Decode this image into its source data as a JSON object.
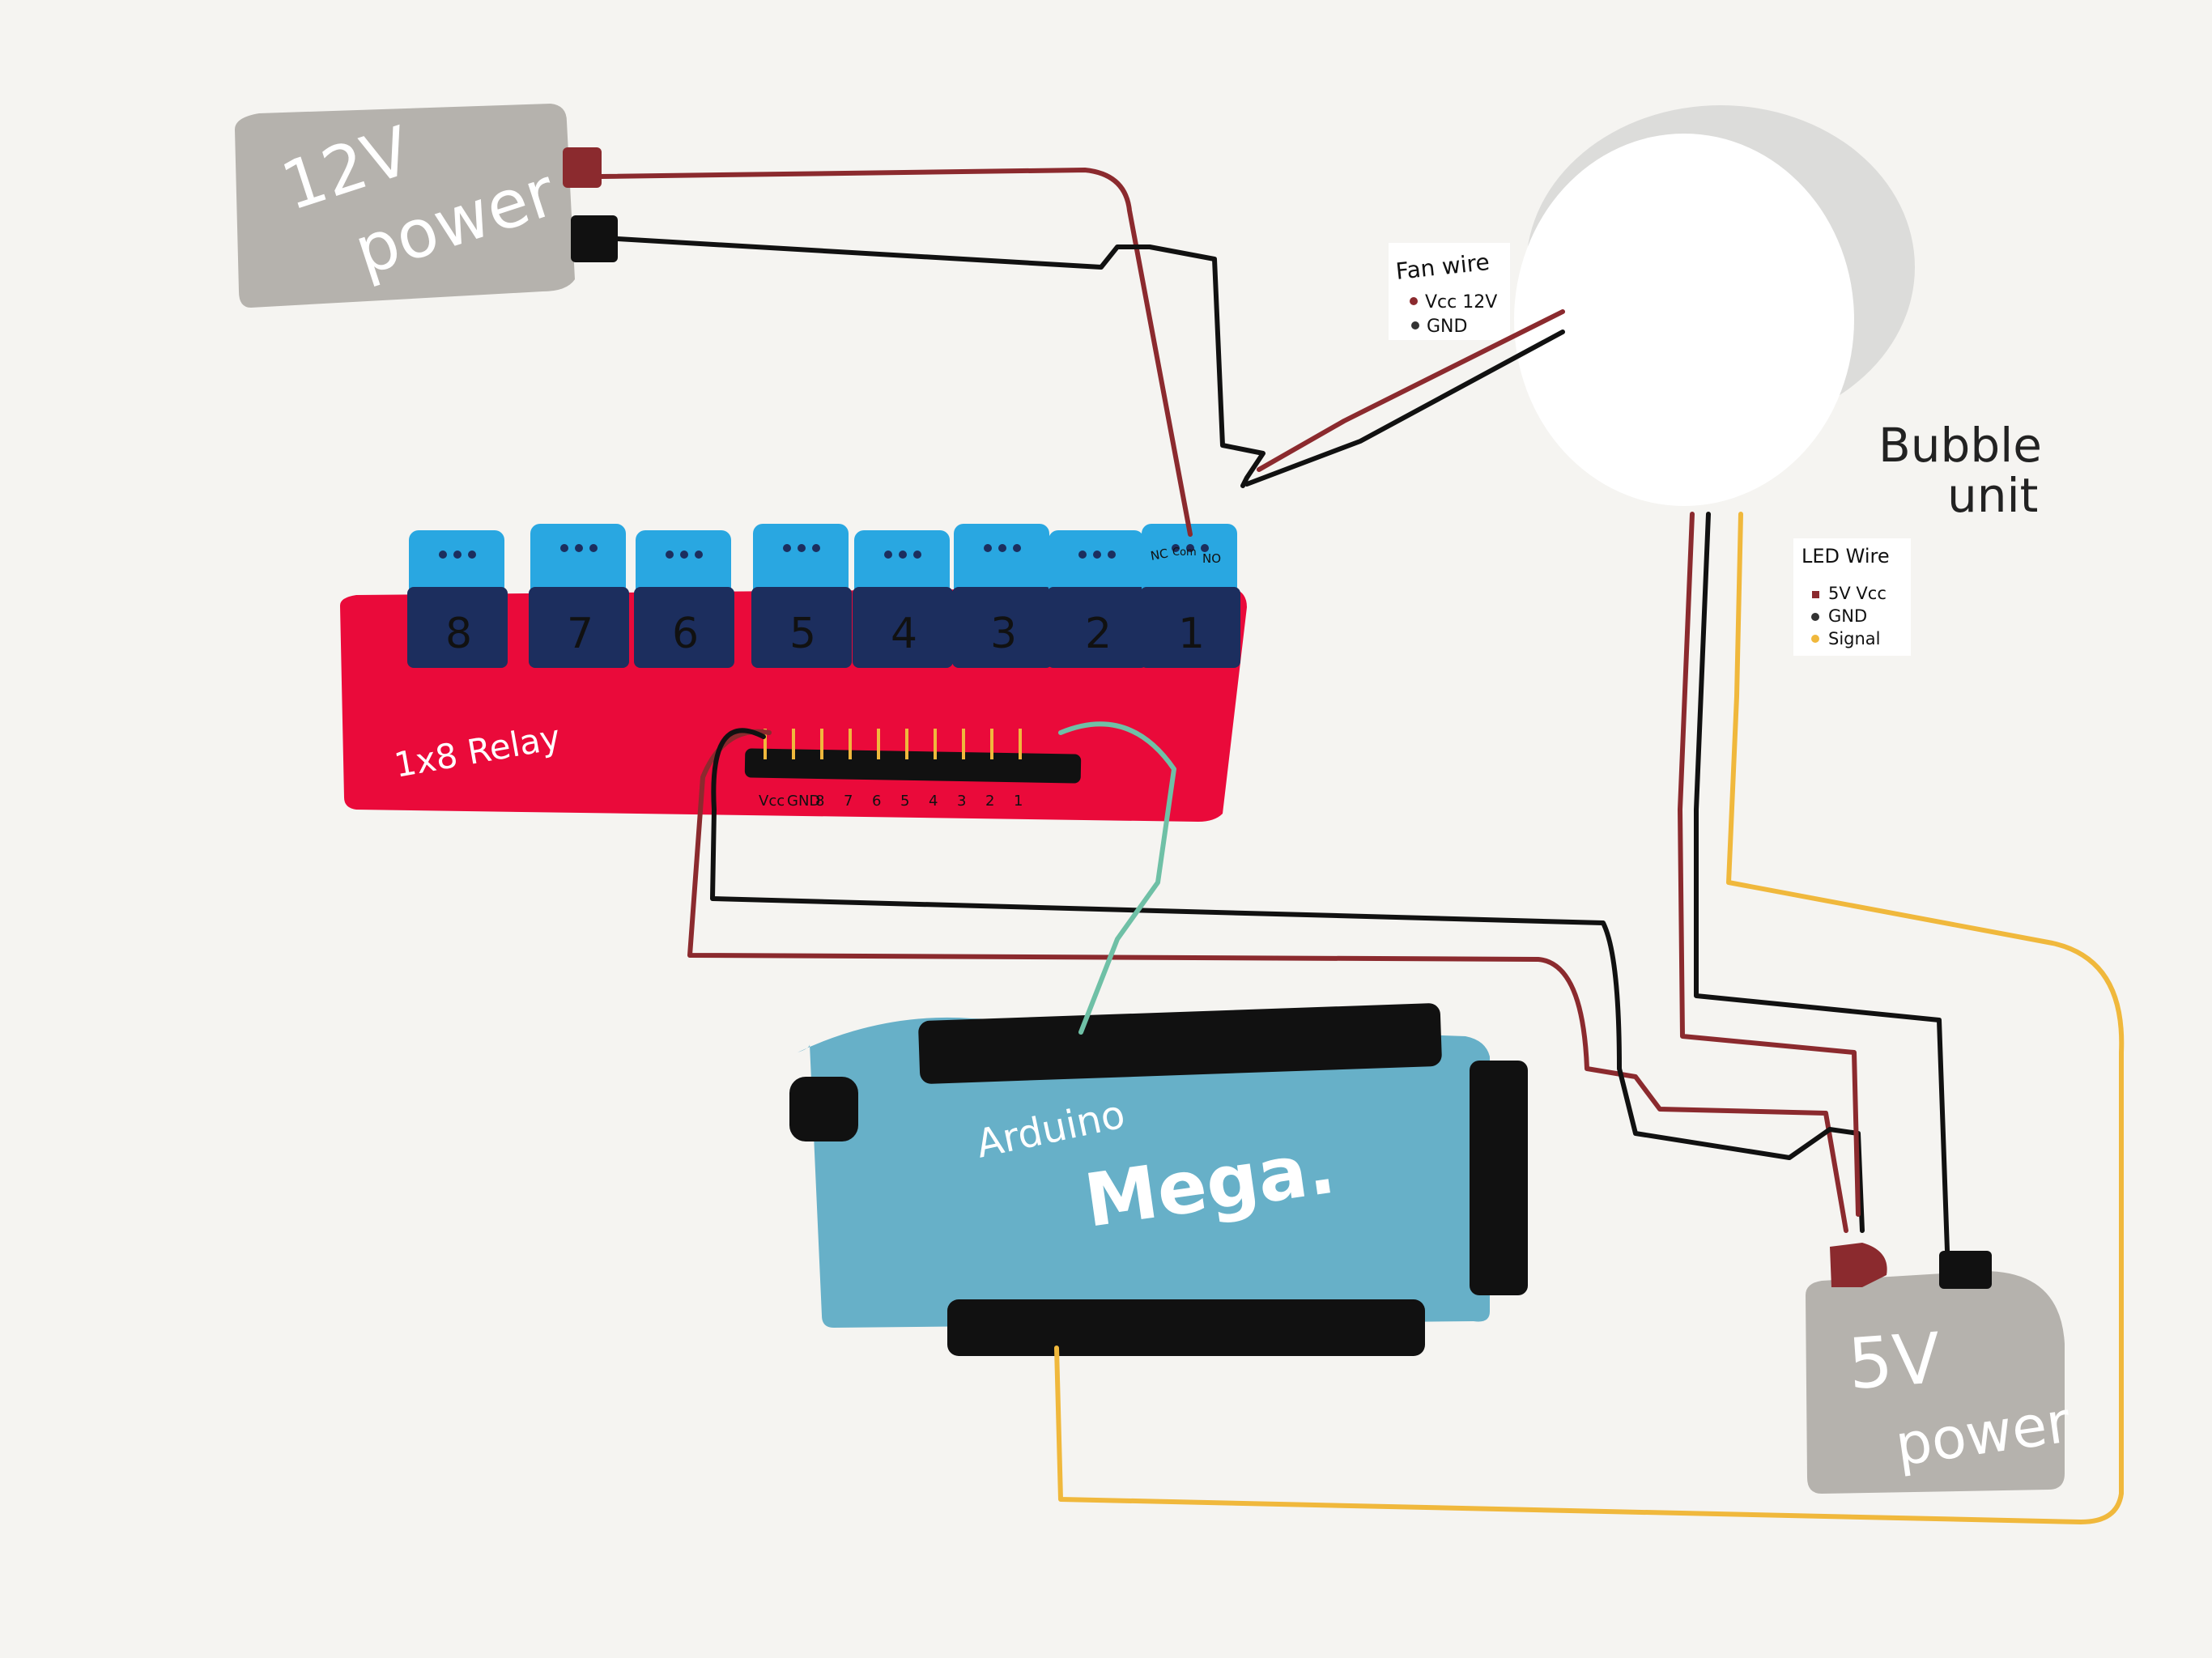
{
  "power_12v": {
    "line1": "12V",
    "line2": "power",
    "fill": "#b5b2ad"
  },
  "power_5v": {
    "line1": "5V",
    "line2": "power",
    "fill": "#b5b2ad"
  },
  "relay": {
    "label": "1x8 Relay",
    "fill": "#ea0a3a",
    "relay_numbers": [
      "8",
      "7",
      "6",
      "5",
      "4",
      "3",
      "2",
      "1"
    ],
    "terminal_labels": [
      "NC",
      "Com",
      "NO"
    ],
    "pin_labels": [
      "Vcc",
      "GND",
      "8",
      "7",
      "6",
      "5",
      "4",
      "3",
      "2",
      "1"
    ],
    "coil_color": "#1c2e5e",
    "terminal_color": "#29a7e1"
  },
  "arduino": {
    "line1": "Arduino",
    "line2": "Mega.",
    "fill": "#67b0c8"
  },
  "bubble": {
    "line1": "Bubble",
    "line2": "unit"
  },
  "fan_legend": {
    "title": "Fan wire",
    "items": [
      {
        "label": "Vcc 12V",
        "color": "#8b2a2e"
      },
      {
        "label": "GND",
        "color": "#333333"
      }
    ]
  },
  "led_legend": {
    "title": "LED Wire",
    "items": [
      {
        "label": "5V Vcc",
        "color": "#8b2a2e"
      },
      {
        "label": "GND",
        "color": "#333333"
      },
      {
        "label": "Signal",
        "color": "#f0b83c"
      }
    ]
  },
  "wire_colors": {
    "vcc": "#8b2a2e",
    "gnd": "#111111",
    "signal": "#f0b83c",
    "relay_signal": "#6fc0a6"
  }
}
